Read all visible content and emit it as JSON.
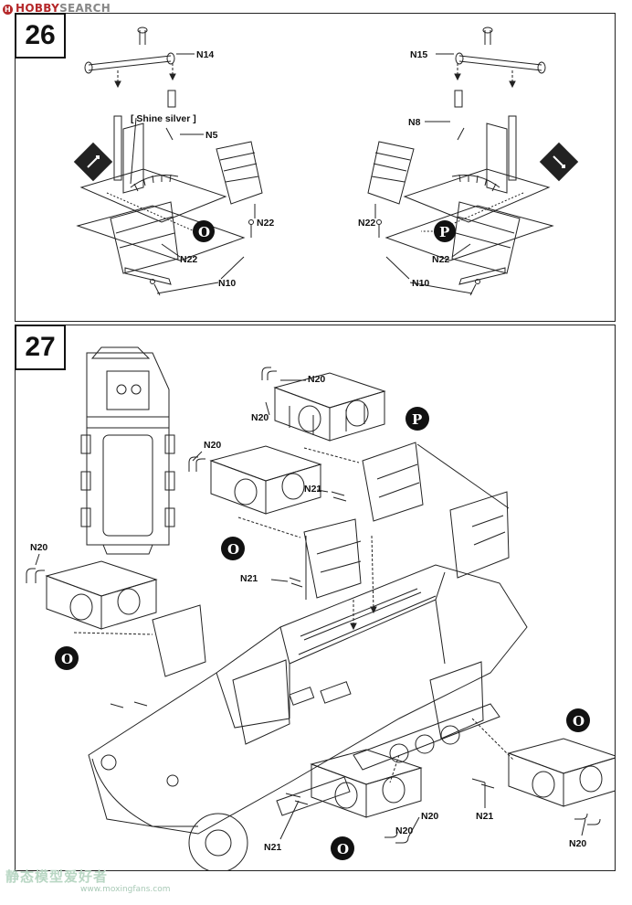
{
  "header": {
    "logo_text": "HOBBY",
    "logo_text_b": "SEARCH"
  },
  "step26": {
    "number": "26",
    "note": "[ Shine silver ]",
    "labels": {
      "n14": "N14",
      "n15": "N15",
      "n5": "N5",
      "n8": "N8",
      "n22_a": "N22",
      "n22_b": "N22",
      "n22_c": "N22",
      "n22_d": "N22",
      "n10_a": "N10",
      "n10_b": "N10"
    },
    "markers": {
      "left": "O",
      "right": "P"
    }
  },
  "step27": {
    "number": "27",
    "labels": {
      "n20_a": "N20",
      "n20_b": "N20",
      "n20_c": "N20",
      "n20_d": "N20",
      "n20_e": "N20",
      "n20_f": "N20",
      "n20_g": "N20",
      "n21_a": "N21",
      "n21_b": "N21",
      "n21_c": "N21",
      "n21_d": "N21"
    },
    "markers": {
      "top": "P",
      "mid": "O",
      "left": "O",
      "bottom": "O",
      "right": "O"
    }
  },
  "watermark": {
    "cn": "静态模型爱好者",
    "url": "www.moxingfans.com"
  }
}
